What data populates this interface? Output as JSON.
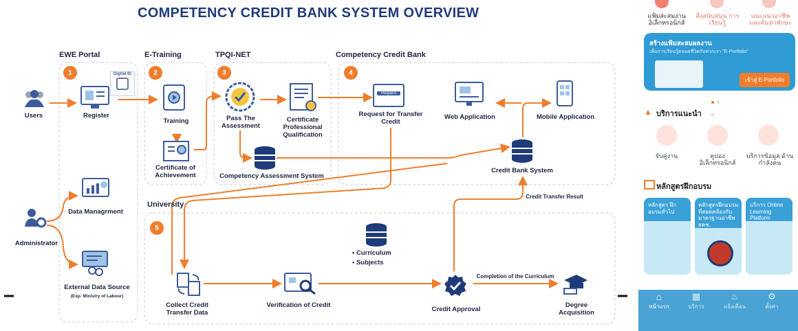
{
  "title": "COMPETENCY CREDIT BANK SYSTEM OVERVIEW",
  "sections": {
    "ewe_portal": "EWE Portal",
    "e_training": "E-Training",
    "tpqi_net": "TPQI-NET",
    "ccb": "Competency Credit Bank",
    "university": "University"
  },
  "badges": [
    "1",
    "2",
    "3",
    "4",
    "5"
  ],
  "nodes": {
    "users": "Users",
    "administrator": "Administrator",
    "register": "Register",
    "digital_id": "Digital ID",
    "data_management": "Data Managrment",
    "external_source": "External Data Source",
    "external_source_note": "(Exp. Ministry of Labour)",
    "training": "Training",
    "certificate_achievement": "Certificate of Achievement",
    "pass_assessment": "Pass The Assessment",
    "certificate_professional": "Certificate Professional Qualification",
    "competency_assessment_system": "Competency Assessment System",
    "request_transfer": "Request for Transfer Credit",
    "request_chip": "Request",
    "web_application": "Web Application",
    "mobile_application": "Mobile Application",
    "credit_bank_system": "Credit Bank System",
    "credit_transfer_result": "Credit Transfer Result",
    "curriculum": "Curriculum",
    "subjects": "Subjects",
    "collect_credit": "Collect Credit Transfer Data",
    "verification": "Verification of Credit",
    "credit_approval": "Credit Approval",
    "completion": "Completion of the Curriculum",
    "degree": "Degree Acquisition"
  },
  "colors": {
    "accent": "#ef7d2c",
    "navy": "#1f3b7a",
    "dark": "#1c2440",
    "box_border": "#c9ced6"
  },
  "phone": {
    "top_items": [
      "แฟ้มสะสมงาน อิเล็กทรอนิกส์",
      "สิ่งสนับสนุน การเรียนรู้",
      "แนะแนวอาชีพ และค้นหาทักษะ"
    ],
    "banner_title": "สร้างแฟ้มสะสมผลงาน",
    "banner_sub": "เพื่อการเรียนรู้ตลอดชีวิตกับพวกเรา \"E-Portfolio\"",
    "banner_button": "เข้าสู่ E-Portfolio",
    "services_title": "บริการแนะนำ",
    "services": [
      "จับคู่งาน",
      "คูปอง อิเล็กทรอนิกส์",
      "บริการข้อมูล ด้านกำลังคน"
    ],
    "courses_title": "หลักสูตรฝึกอบรม",
    "courses": [
      "หลักสูตร ฝึกอบรมทั่วไป",
      "หลักสูตรฝึกอบรม ที่สอดคล้องกับ มาตรฐานอาชีพ สคช.",
      "บริการ Online Learning Platform"
    ],
    "nav": [
      "หน้าแรก",
      "บริการ",
      "แจ้งเตือน",
      "ตั้งค่า"
    ]
  }
}
